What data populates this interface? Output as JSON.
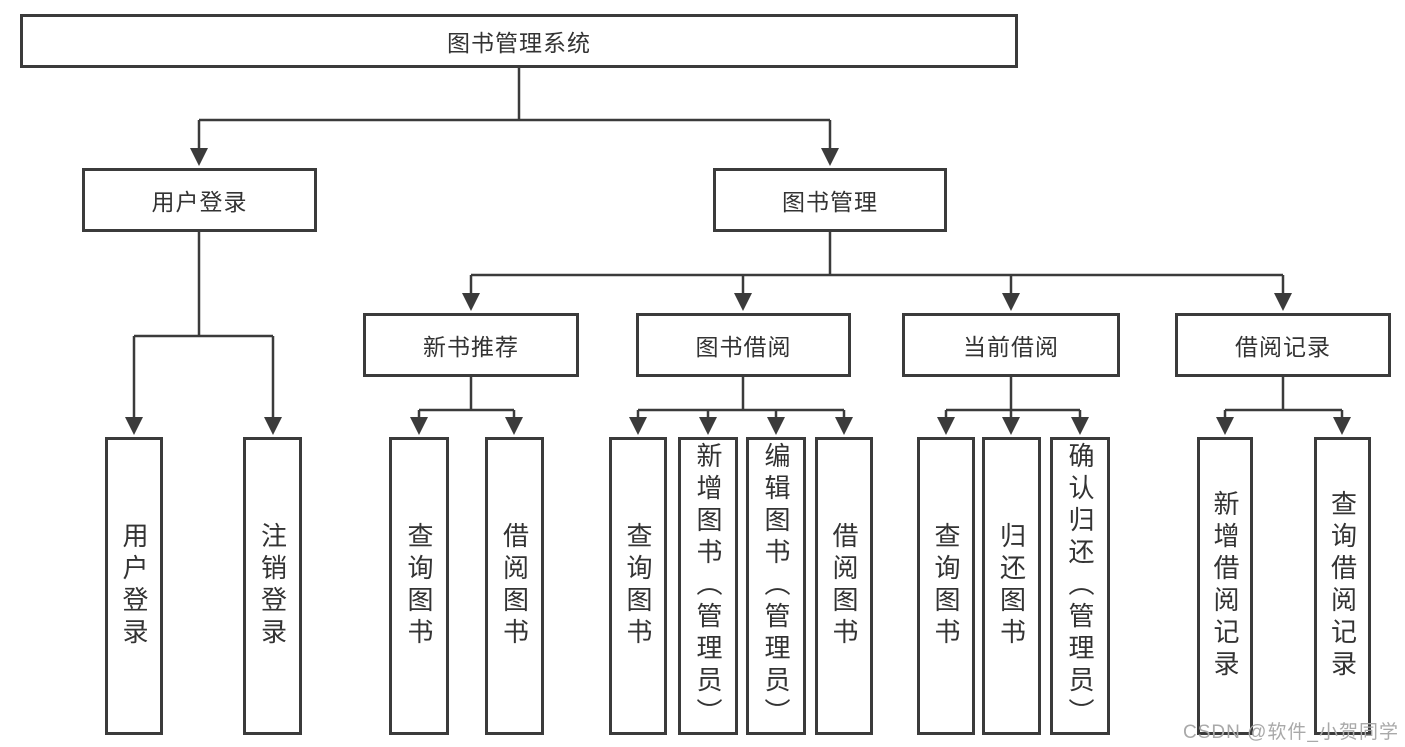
{
  "nodes": {
    "root": "图书管理系统",
    "login": "用户登录",
    "book_mgmt": "图书管理",
    "l3": {
      "new_book": "新书推荐",
      "borrow": "图书借阅",
      "current": "当前借阅",
      "record": "借阅记录"
    },
    "leaves": [
      "用户登录",
      "注销登录",
      "查询图书",
      "借阅图书",
      "查询图书",
      "新增图书（管理员）",
      "编辑图书（管理员）",
      "借阅图书",
      "查询图书",
      "归还图书",
      "确认归还（管理员）",
      "新增借阅记录",
      "查询借阅记录"
    ]
  },
  "hierarchy": {
    "图书管理系统": [
      "用户登录",
      "图书管理"
    ],
    "用户登录": [
      "用户登录",
      "注销登录"
    ],
    "图书管理": [
      "新书推荐",
      "图书借阅",
      "当前借阅",
      "借阅记录"
    ],
    "新书推荐": [
      "查询图书",
      "借阅图书"
    ],
    "图书借阅": [
      "查询图书",
      "新增图书（管理员）",
      "编辑图书（管理员）",
      "借阅图书"
    ],
    "当前借阅": [
      "查询图书",
      "归还图书",
      "确认归还（管理员）"
    ],
    "借阅记录": [
      "新增借阅记录",
      "查询借阅记录"
    ]
  },
  "watermark": "CSDN @软件_小贺同学",
  "colors": {
    "line": "#3b3b3b",
    "box_border": "#3b3b3b",
    "text": "#333333",
    "background": "#ffffff",
    "watermark": "#a9a9a9"
  }
}
